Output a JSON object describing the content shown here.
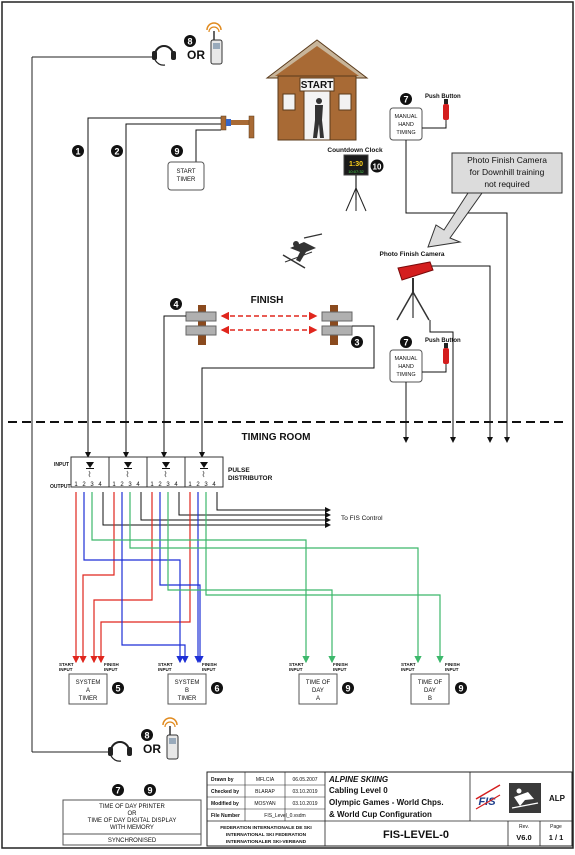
{
  "labels": {
    "or_top": "OR",
    "or_bottom": "OR",
    "start_sign": "START",
    "push_button_top": "Push Button",
    "push_button_bottom": "Push Button",
    "manual_timing_top": [
      "MANUAL",
      "HAND",
      "TIMING"
    ],
    "manual_timing_bottom": [
      "MANUAL",
      "HAND",
      "TIMING"
    ],
    "start_timer": [
      "START",
      "TIMER"
    ],
    "countdown_clock": "Countdown Clock",
    "countdown_display_main": "1:30",
    "countdown_display_sub": "10:07:32",
    "photo_note": [
      "Photo Finish Camera",
      "for Downhill training",
      "not required"
    ],
    "photo_finish_camera": "Photo Finish Camera",
    "finish": "FINISH",
    "timing_room": "TIMING ROOM",
    "input": "INPUT",
    "output": "OUTPUT",
    "pulse_distributor": [
      "PULSE",
      "DISTRIBUTOR"
    ],
    "output_numbers": [
      "1",
      "2",
      "3",
      "4"
    ],
    "to_fis_control": "To FIS Control",
    "start_input": [
      "START",
      "INPUT"
    ],
    "finish_input": [
      "FINISH",
      "INPUT"
    ],
    "system_a_timer": [
      "SYSTEM",
      "A",
      "TIMER"
    ],
    "system_b_timer": [
      "SYSTEM",
      "B",
      "TIMER"
    ],
    "time_of_day_a": [
      "TIME OF",
      "DAY",
      "A"
    ],
    "time_of_day_b": [
      "TIME OF",
      "DAY",
      "B"
    ],
    "legend_box": [
      "TIME OF DAY PRINTER",
      "OR",
      "TIME OF DAY DIGITAL DISPLAY",
      "WITH MEMORY",
      "SYNCHRONISED"
    ]
  },
  "badges": {
    "n1": "1",
    "n2": "2",
    "n3": "3",
    "n4": "4",
    "n5": "5",
    "n6": "6",
    "n7": "7",
    "n8": "8",
    "n9": "9",
    "n10": "10"
  },
  "title_block": {
    "drawn_by_label": "Drawn by",
    "drawn_by": "MFLCIA",
    "drawn_date": "06.05.2007",
    "checked_by_label": "Checked by",
    "checked_by": "BLARAP",
    "checked_date": "03.10.2019",
    "modified_by_label": "Modified by",
    "modified_by": "MOSYAN",
    "modified_date": "03.10.2019",
    "file_number_label": "File Number",
    "file_number": "FIS_Level_0.vsdm",
    "title_line1": "ALPINE SKIING",
    "title_line2": "Cabling Level 0",
    "title_line3": "Olympic Games - World Chps.",
    "title_line4": "& World Cup Configuration",
    "federation_1": "FEDERATION INTERNATIONALE DE SKI",
    "federation_2": "INTERNATIONAL SKI FEDERATION",
    "federation_3": "INTERNATIONALER SKI-VERBAND",
    "doc_id": "FIS-LEVEL-0",
    "rev_label": "Rev.",
    "rev": "V6.0",
    "page_label": "Page",
    "page": "1 / 1",
    "logo_fis": "FIS",
    "logo_alp": "ALP"
  },
  "colors": {
    "red": "#e0261d",
    "blue": "#1d2fd6",
    "green": "#3cb86b",
    "black": "#111111",
    "badge": "#111111",
    "building": "#a86a35",
    "roof": "#c8b59a",
    "camera": "#d41e1e",
    "note_fill": "#dcdcdc"
  }
}
